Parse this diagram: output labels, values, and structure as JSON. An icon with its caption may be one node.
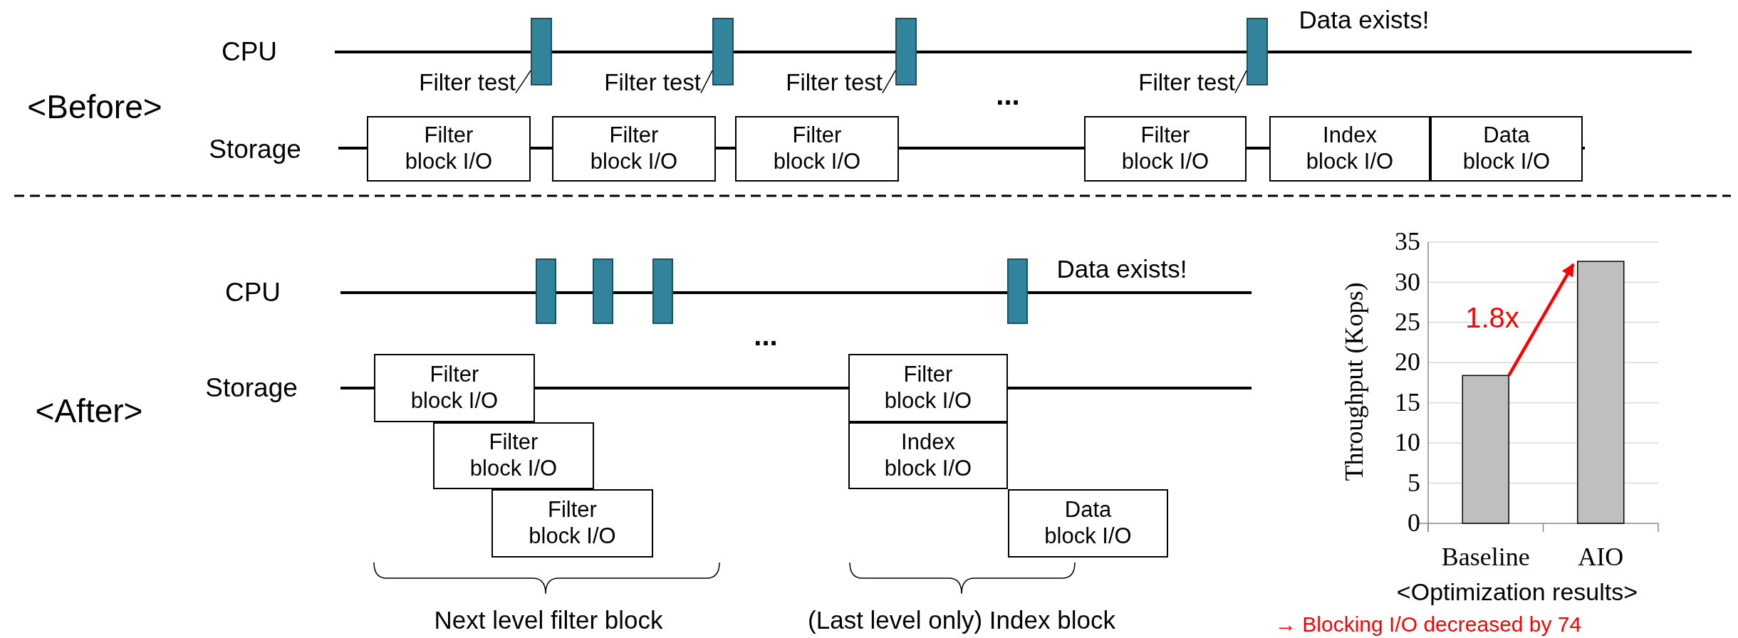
{
  "diagram": {
    "nodes": [
      {
        "text": [],
        "shape": "bar"
      },
      {
        "text": [],
        "shape": "bar"
      },
      {
        "text": [],
        "shape": "bar"
      },
      {
        "text": [],
        "shape": "bar"
      },
      {
        "text": [
          "Filter test"
        ]
      },
      {
        "text": [
          "Filter test"
        ]
      },
      {
        "text": [
          "Filter test"
        ]
      },
      {
        "text": [
          "Filter test"
        ]
      },
      {
        "text": [
          "Filter block I/O"
        ]
      },
      {
        "text": [
          "Filter block I/O"
        ]
      },
      {
        "text": [
          "Filter block I/O"
        ]
      },
      {
        "text": [
          "Filter block I/O"
        ]
      },
      {
        "text": [
          "Index block I/O"
        ]
      },
      {
        "text": [
          "Data block I/O"
        ]
      },
      {
        "text": [],
        "shape": "bar"
      },
      {
        "text": [],
        "shape": "bar"
      },
      {
        "text": [],
        "shape": "bar"
      },
      {
        "text": [],
        "shape": "bar"
      },
      {
        "text": [
          "Filter block I/O"
        ]
      },
      {
        "text": [
          "Filter block I/O"
        ]
      },
      {
        "text": [
          "Filter block I/O"
        ]
      },
      {
        "text": [
          "Filter block I/O"
        ]
      },
      {
        "text": [
          "Index block I/O"
        ]
      },
      {
        "text": [
          "Data block I/O"
        ]
      }
    ],
    "edges": [
      {
        "from": 4,
        "to": 0,
        "arrow": "none"
      },
      {
        "from": 5,
        "to": 1,
        "arrow": "none"
      },
      {
        "from": 6,
        "to": 2,
        "arrow": "none"
      },
      {
        "from": 7,
        "to": 3,
        "arrow": "none"
      }
    ],
    "labels": [
      "<Before>",
      "CPU",
      "Data exists!",
      "...",
      "Storage",
      "<After>",
      "CPU",
      "Data exists!",
      "...",
      "Storage",
      "Next level filter block",
      "(Last level only) Index block",
      "→ Blocking I/O decreased by 74"
    ],
    "chart_data": {
      "type": "bar",
      "title": "<Optimization results>",
      "ylabel": "Throughput (Kops)",
      "categories": [
        "Baseline",
        "AIO"
      ],
      "series": [
        {
          "color": "#bfbfbf",
          "values": [
            18.4,
            32.6
          ]
        }
      ],
      "ylim": [
        0,
        35
      ],
      "yticks": [
        0,
        5,
        10,
        15,
        20,
        25,
        30,
        35
      ],
      "grid": true,
      "annotations": [
        {
          "text": "1.8x"
        }
      ]
    }
  }
}
